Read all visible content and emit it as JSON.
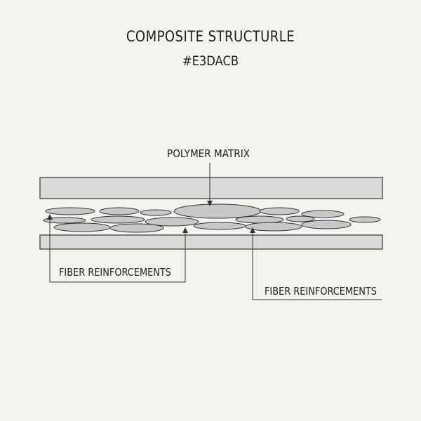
{
  "header": {
    "title": "COMPOSITE STRUCTURLE",
    "subtitle": "#E3DACB"
  },
  "labels": {
    "polymer_matrix": "POLYMER MATRIX",
    "fiber_left": "FIBER REINFORCEMENTS",
    "fiber_right": "FIBER REINFORCEMENTS"
  },
  "colors": {
    "background": "#f4f3ee",
    "plate_fill": "#d9d9d9",
    "fiber_fill": "#c8c8c8",
    "stroke": "#333333"
  }
}
